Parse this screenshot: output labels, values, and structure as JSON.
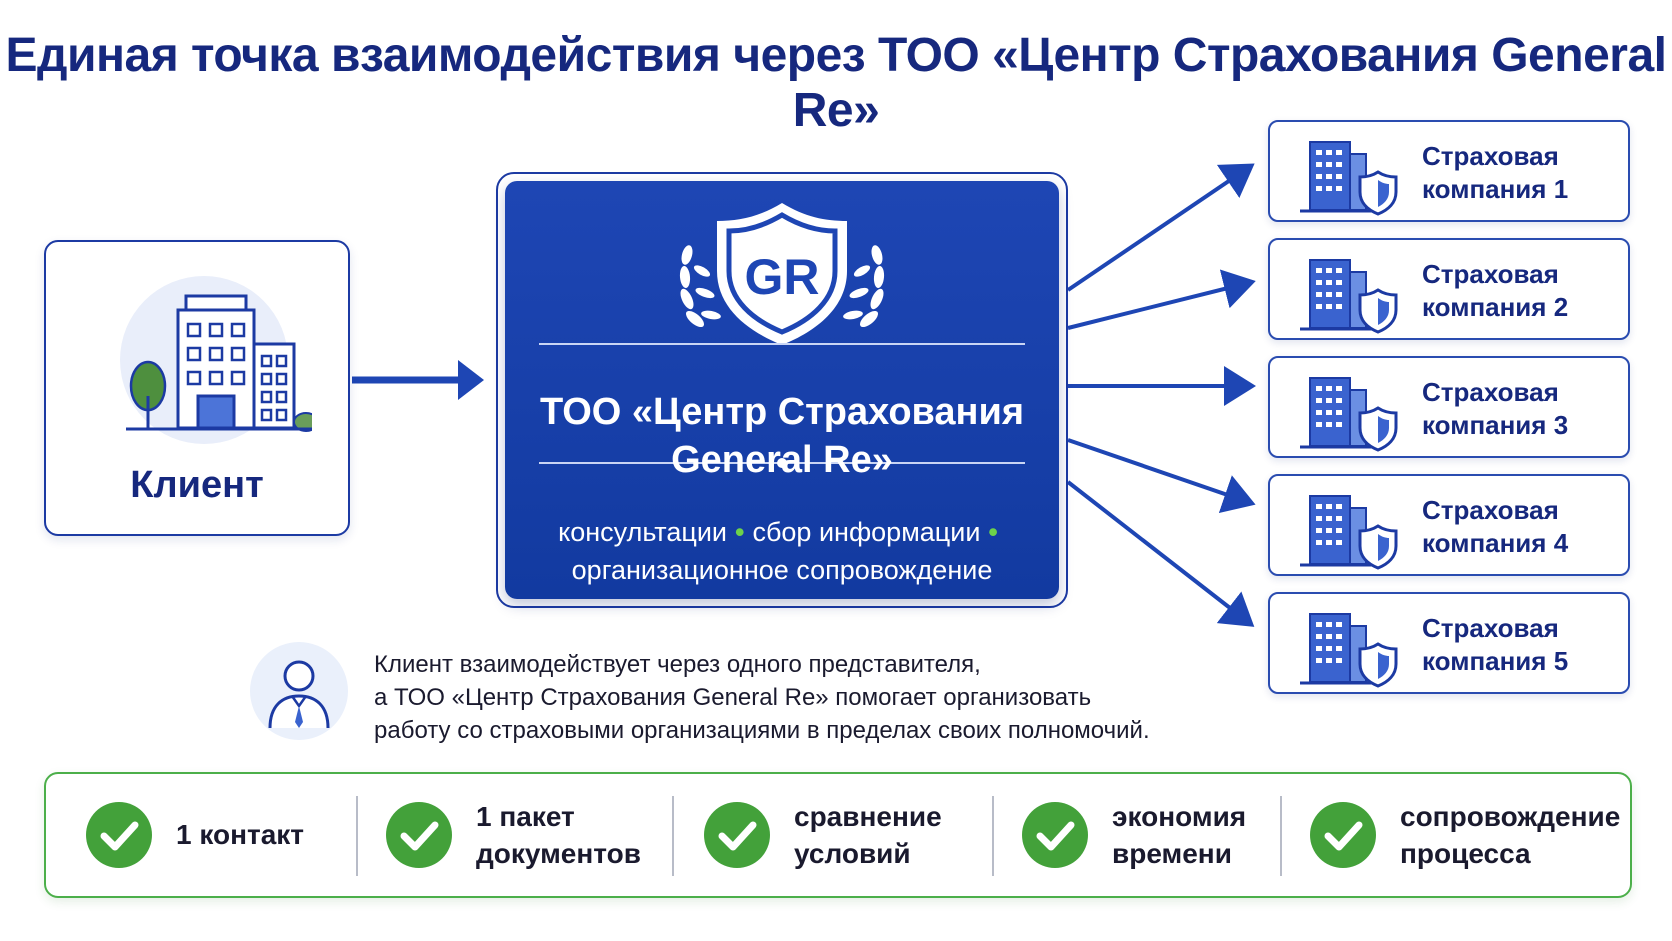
{
  "title": "Единая точка взаимодействия через ТОО «Центр Страхования General Re»",
  "client": {
    "label": "Клиент",
    "icon": "client-building-icon"
  },
  "center": {
    "logo_text": "GR",
    "name_line1": "ТОО «Центр Страхования",
    "name_line2": "General Re»",
    "services": [
      "консультации",
      "сбор информации",
      "организационное сопровождение"
    ]
  },
  "companies": [
    {
      "line1": "Страховая",
      "line2": "компания 1"
    },
    {
      "line1": "Страховая",
      "line2": "компания 2"
    },
    {
      "line1": "Страховая",
      "line2": "компания 3"
    },
    {
      "line1": "Страховая",
      "line2": "компания 4"
    },
    {
      "line1": "Страховая",
      "line2": "компания 5"
    }
  ],
  "note": {
    "line1": "Клиент взаимодействует через одного представителя,",
    "line2": "а ТОО «Центр Страхования General Re» помогает организовать",
    "line3": "работу со страховыми организациями в пределах своих полномочий."
  },
  "benefits": [
    {
      "line1": "1 контакт",
      "line2": ""
    },
    {
      "line1": "1 пакет",
      "line2": "документов"
    },
    {
      "line1": "сравнение",
      "line2": "условий"
    },
    {
      "line1": "экономия",
      "line2": "времени"
    },
    {
      "line1": "сопровождение",
      "line2": "процесса"
    }
  ],
  "colors": {
    "primary": "#1e46b4",
    "title": "#16287e",
    "check": "#43a13a",
    "border_green": "#4caf4a"
  }
}
